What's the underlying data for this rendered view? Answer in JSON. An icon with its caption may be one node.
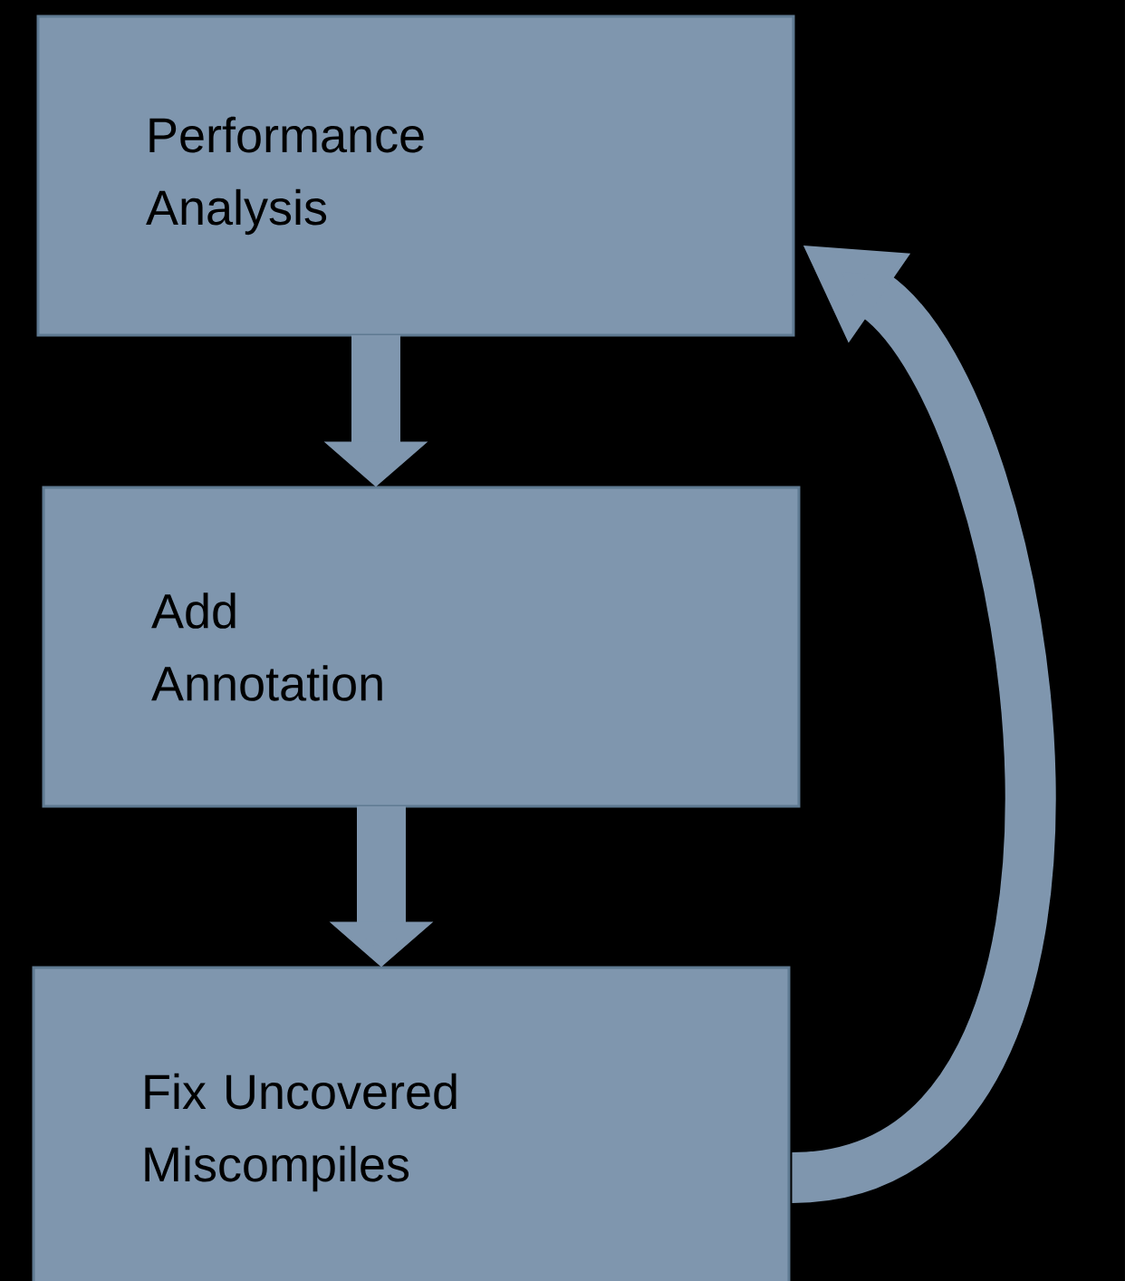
{
  "diagram": {
    "nodes": [
      {
        "text": [
          "Performance Analysis"
        ]
      },
      {
        "text": [
          "Add Annotation"
        ]
      },
      {
        "text": [
          "Fix Uncovered Miscompiles"
        ]
      }
    ],
    "edges": [
      {
        "from": 0,
        "to": 1,
        "arrow": "to"
      },
      {
        "from": 1,
        "to": 2,
        "arrow": "to"
      },
      {
        "from": 2,
        "to": 0,
        "arrow": "to"
      }
    ]
  }
}
